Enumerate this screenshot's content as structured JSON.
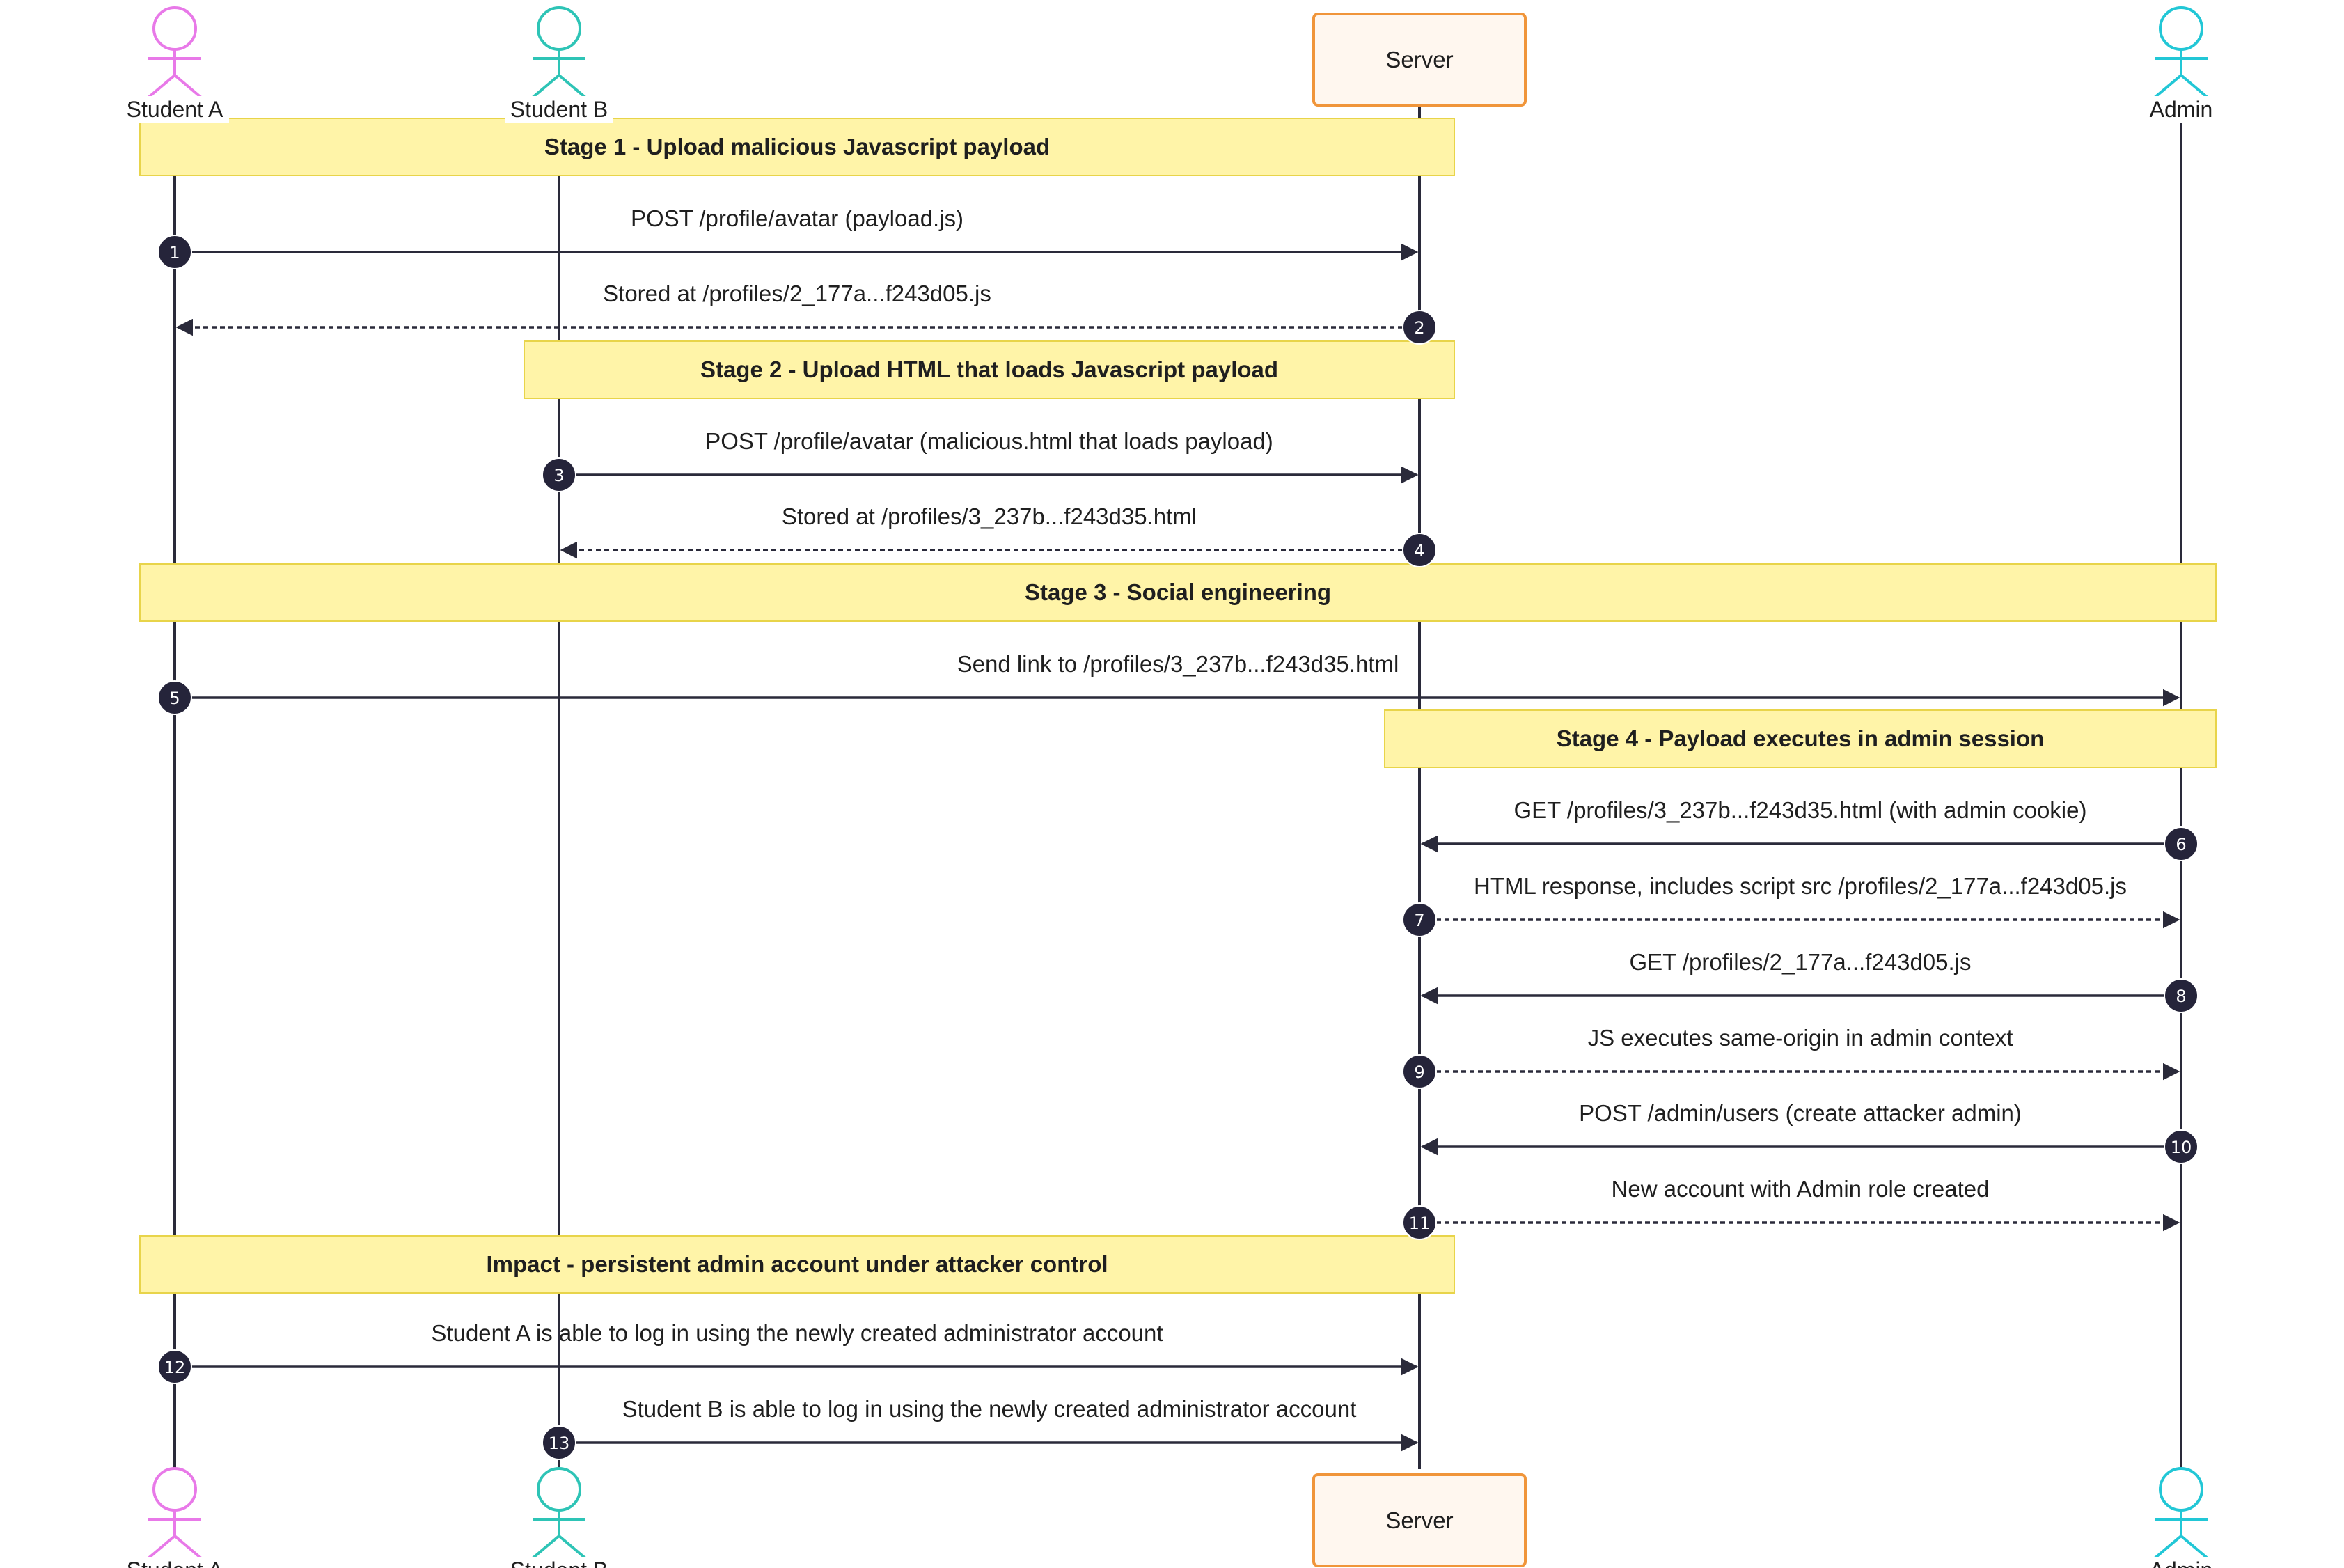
{
  "colors": {
    "student_a": "#e879e8",
    "student_b": "#2ec4b6",
    "admin": "#22c7d6",
    "server_border": "#f0953a",
    "server_fill": "#fff7ef",
    "lifeline": "#2a2a3a",
    "note_fill": "#fff4a8",
    "note_border": "#e8d44a",
    "badge": "#25243a"
  },
  "participants": [
    {
      "id": "student_a",
      "name": "Student A",
      "kind": "actor",
      "color_key": "student_a"
    },
    {
      "id": "student_b",
      "name": "Student B",
      "kind": "actor",
      "color_key": "student_b"
    },
    {
      "id": "server",
      "name": "Server",
      "kind": "box"
    },
    {
      "id": "admin",
      "name": "Admin",
      "kind": "actor",
      "color_key": "admin"
    }
  ],
  "notes": [
    {
      "text": "Stage 1 - Upload malicious Javascript payload",
      "from": "student_a",
      "to": "server"
    },
    {
      "text": "Stage 2 - Upload HTML that loads Javascript payload",
      "from": "student_b",
      "to": "server"
    },
    {
      "text": "Stage 3 - Social engineering",
      "from": "student_a",
      "to": "admin"
    },
    {
      "text": "Stage 4 - Payload executes in admin session",
      "from": "server",
      "to": "admin"
    },
    {
      "text": "Impact - persistent admin account under attacker control",
      "from": "student_a",
      "to": "server"
    }
  ],
  "messages": [
    {
      "number": "1",
      "text": "POST /profile/avatar (payload.js)",
      "from": "student_a",
      "to": "server",
      "style": "solid"
    },
    {
      "number": "2",
      "text": "Stored at /profiles/2_177a...f243d05.js",
      "from": "server",
      "to": "student_a",
      "style": "dotted"
    },
    {
      "number": "3",
      "text": "POST /profile/avatar (malicious.html that loads payload)",
      "from": "student_b",
      "to": "server",
      "style": "solid"
    },
    {
      "number": "4",
      "text": "Stored at /profiles/3_237b...f243d35.html",
      "from": "server",
      "to": "student_b",
      "style": "dotted"
    },
    {
      "number": "5",
      "text": "Send link to /profiles/3_237b...f243d35.html",
      "from": "student_a",
      "to": "admin",
      "style": "solid"
    },
    {
      "number": "6",
      "text": "GET /profiles/3_237b...f243d35.html (with admin cookie)",
      "from": "admin",
      "to": "server",
      "style": "solid"
    },
    {
      "number": "7",
      "text": "HTML response, includes script src /profiles/2_177a...f243d05.js",
      "from": "server",
      "to": "admin",
      "style": "dotted"
    },
    {
      "number": "8",
      "text": "GET /profiles/2_177a...f243d05.js",
      "from": "admin",
      "to": "server",
      "style": "solid"
    },
    {
      "number": "9",
      "text": "JS executes same-origin in admin context",
      "from": "server",
      "to": "admin",
      "style": "dotted"
    },
    {
      "number": "10",
      "text": "POST /admin/users (create attacker admin)",
      "from": "admin",
      "to": "server",
      "style": "solid"
    },
    {
      "number": "11",
      "text": "New account with Admin role created",
      "from": "server",
      "to": "admin",
      "style": "dotted"
    },
    {
      "number": "12",
      "text": "Student A is able to log in using the newly created administrator account",
      "from": "student_a",
      "to": "server",
      "style": "solid"
    },
    {
      "number": "13",
      "text": "Student B is able to log in using the newly created administrator account",
      "from": "student_b",
      "to": "server",
      "style": "solid"
    }
  ],
  "sequence": [
    {
      "type": "note",
      "index": 0
    },
    {
      "type": "message",
      "index": 0
    },
    {
      "type": "message",
      "index": 1
    },
    {
      "type": "note",
      "index": 1
    },
    {
      "type": "message",
      "index": 2
    },
    {
      "type": "message",
      "index": 3
    },
    {
      "type": "note",
      "index": 2
    },
    {
      "type": "message",
      "index": 4
    },
    {
      "type": "note",
      "index": 3
    },
    {
      "type": "message",
      "index": 5
    },
    {
      "type": "message",
      "index": 6
    },
    {
      "type": "message",
      "index": 7
    },
    {
      "type": "message",
      "index": 8
    },
    {
      "type": "message",
      "index": 9
    },
    {
      "type": "message",
      "index": 10
    },
    {
      "type": "note",
      "index": 4
    },
    {
      "type": "message",
      "index": 11
    },
    {
      "type": "message",
      "index": 12
    }
  ]
}
